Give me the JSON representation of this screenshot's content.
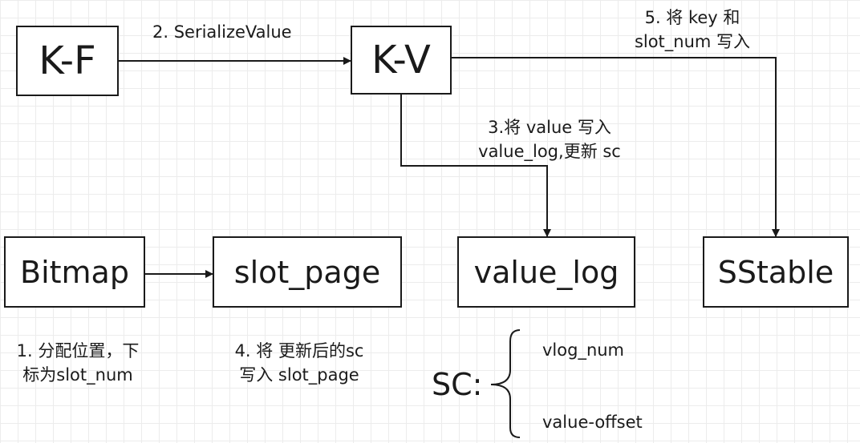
{
  "nodes": {
    "kf": "K-F",
    "kv": "K-V",
    "bitmap": "Bitmap",
    "slot_page": "slot_page",
    "value_log": "value_log",
    "sstable": "SStable"
  },
  "edge_labels": {
    "serialize": "2. SerializeValue",
    "write_key_line1": "5. 将 key 和",
    "write_key_line2": "slot_num 写入",
    "write_value_line1": "3.将 value 写入",
    "write_value_line2": "value_log,更新 sc"
  },
  "notes": {
    "alloc_line1": "1. 分配位置，下",
    "alloc_line2": "标为slot_num",
    "update_line1": "4. 将 更新后的sc",
    "update_line2": "写入 slot_page"
  },
  "sc": {
    "label": "SC:",
    "field1": "vlog_num",
    "field2": "value-offset"
  }
}
